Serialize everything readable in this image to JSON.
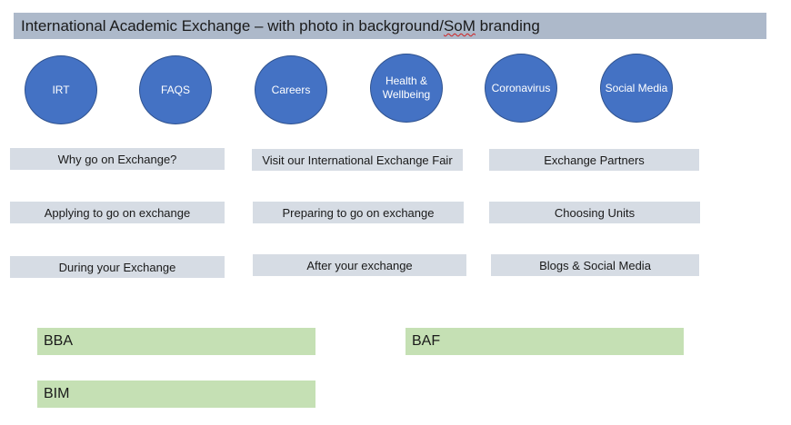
{
  "header": {
    "title_prefix": "International Academic Exchange – with photo in background/",
    "title_spell": "SoM",
    "title_suffix": " branding"
  },
  "circles": [
    "IRT",
    "FAQS",
    "Careers",
    "Health &\nWellbeing",
    "Coronavirus",
    "Social Media"
  ],
  "links": [
    "Why go on Exchange?",
    "Visit our International Exchange Fair",
    "Exchange Partners",
    "Applying to go on exchange",
    "Preparing to go on exchange",
    "Choosing Units",
    "During your Exchange",
    "After your exchange",
    "Blogs & Social Media"
  ],
  "programs": [
    "BBA",
    "BAF",
    "BIM"
  ],
  "colors": {
    "header_bg": "#adb9ca",
    "circle_fill": "#4472c4",
    "link_bg": "#d6dce4",
    "program_bg": "#c5e0b4"
  }
}
